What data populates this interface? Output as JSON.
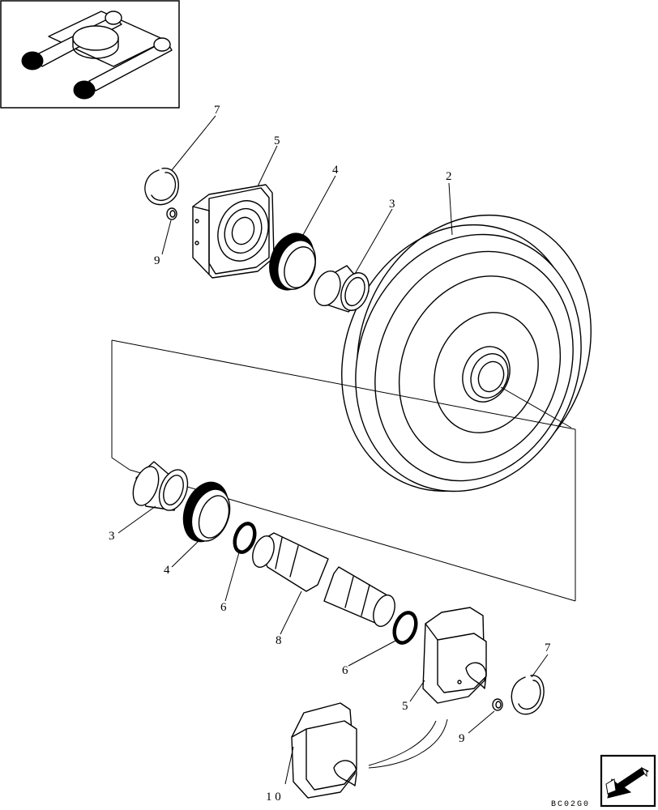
{
  "callouts": {
    "c7_top": "7",
    "c5_top": "5",
    "c4_top": "4",
    "c3_top": "3",
    "c2": "2",
    "c9_top": "9",
    "c3_bottom": "3",
    "c4_bottom": "4",
    "c6_left": "6",
    "c8": "8",
    "c6_right": "6",
    "c5_bottom": "5",
    "c7_bottom": "7",
    "c9_bottom": "9",
    "c10": "1 0"
  },
  "reference_code": "BC02G0",
  "nav_icon": "arrow-back-icon"
}
